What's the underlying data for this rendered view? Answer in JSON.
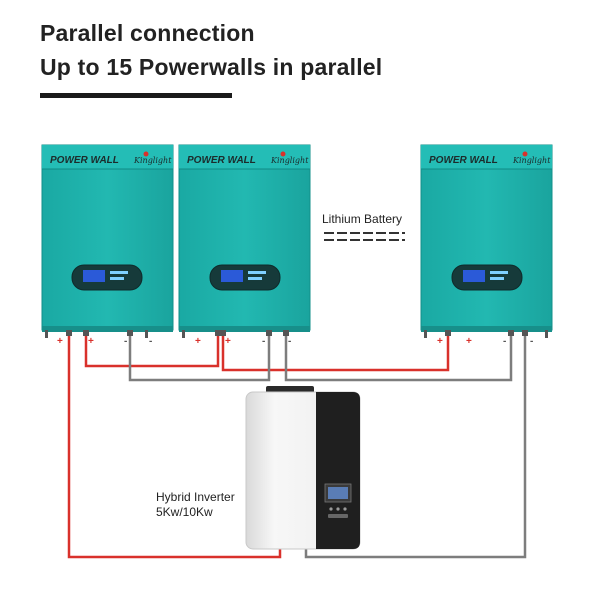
{
  "heading": {
    "line1": "Parallel connection",
    "line2": "Up to 15 Powerwalls in parallel"
  },
  "battery": {
    "brand_text": "POWER WALL",
    "logo_text": "Kinglight",
    "count_shown": 3,
    "body_color": "#21b3ad",
    "panel_color": "#163a3a"
  },
  "labels": {
    "lithium": "Lithium Battery",
    "inverter_line1": "Hybrid Inverter",
    "inverter_line2": "5Kw/10Kw"
  },
  "terminals": {
    "positive": "+",
    "negative": "-"
  },
  "wires": {
    "positive_color": "#d9312b",
    "negative_color": "#7d7d7d"
  }
}
